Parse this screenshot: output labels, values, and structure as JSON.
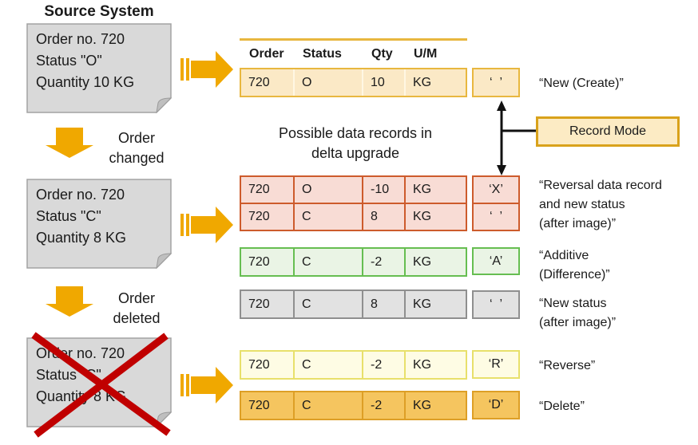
{
  "colors": {
    "arrow": "#F0A800",
    "cross": "#C00000",
    "gold": "#D9A21B",
    "goldline": "#E8B73F",
    "doc-bg": "#D9D9D9",
    "doc-border": "#A3A3A3"
  },
  "themes": {
    "cream": {
      "bg": "#FBE9C6",
      "border": "#E8B73F",
      "sep": "#FFF7E3"
    },
    "pink": {
      "bg": "#F8DCD5",
      "border": "#CD5B2C",
      "sep": "#CD5B2C"
    },
    "green": {
      "bg": "#EAF4E5",
      "border": "#66BE51",
      "sep": "#66BE51"
    },
    "gray": {
      "bg": "#E2E2E2",
      "border": "#8F8F8F",
      "sep": "#8F8F8F"
    },
    "yellow": {
      "bg": "#FEFCE4",
      "border": "#E8E06B",
      "sep": "#E8E06B"
    },
    "orange": {
      "bg": "#F5C55F",
      "border": "#DD9F26",
      "sep": "#DD9F26"
    }
  },
  "source_system": {
    "title": "Source System",
    "documents": [
      {
        "lines": [
          "Order no. 720",
          "Status \"O\"",
          "Quantity 10 KG"
        ]
      },
      {
        "lines": [
          "Order no. 720",
          "Status \"C\"",
          "Quantity 8 KG"
        ]
      },
      {
        "lines": [
          "Order no. 720",
          "Status \"C\"",
          "Quantity 8 KG"
        ]
      }
    ],
    "transitions": [
      {
        "line1": "Order",
        "line2": "changed"
      },
      {
        "line1": "Order",
        "line2": "deleted"
      }
    ]
  },
  "center_caption": {
    "line1": "Possible data records in",
    "line2": "delta upgrade"
  },
  "table_header": {
    "columns": [
      "Order",
      "Status",
      "Qty",
      "U/M"
    ]
  },
  "record_mode_box": {
    "label": "Record Mode"
  },
  "record_groups": [
    {
      "rows": [
        {
          "order": "720",
          "status": "O",
          "qty": "10",
          "um": "KG",
          "mode": "‘  ’"
        }
      ],
      "label": "“New (Create)”"
    },
    {
      "rows": [
        {
          "order": "720",
          "status": "O",
          "qty": "-10",
          "um": "KG",
          "mode": "‘X’"
        },
        {
          "order": "720",
          "status": "C",
          "qty": "8",
          "um": "KG",
          "mode": "‘  ’"
        }
      ],
      "label": "“Reversal data record\nand new status\n(after image)”"
    },
    {
      "rows": [
        {
          "order": "720",
          "status": "C",
          "qty": "-2",
          "um": "KG",
          "mode": "‘A’"
        }
      ],
      "label": "“Additive\n(Difference)”"
    },
    {
      "rows": [
        {
          "order": "720",
          "status": "C",
          "qty": "8",
          "um": "KG",
          "mode": "‘  ’"
        }
      ],
      "label": "“New status\n(after image)”"
    },
    {
      "rows": [
        {
          "order": "720",
          "status": "C",
          "qty": "-2",
          "um": "KG",
          "mode": "‘R’"
        }
      ],
      "label": "“Reverse”"
    },
    {
      "rows": [
        {
          "order": "720",
          "status": "C",
          "qty": "-2",
          "um": "KG",
          "mode": "‘D’"
        }
      ],
      "label": "“Delete”"
    }
  ]
}
